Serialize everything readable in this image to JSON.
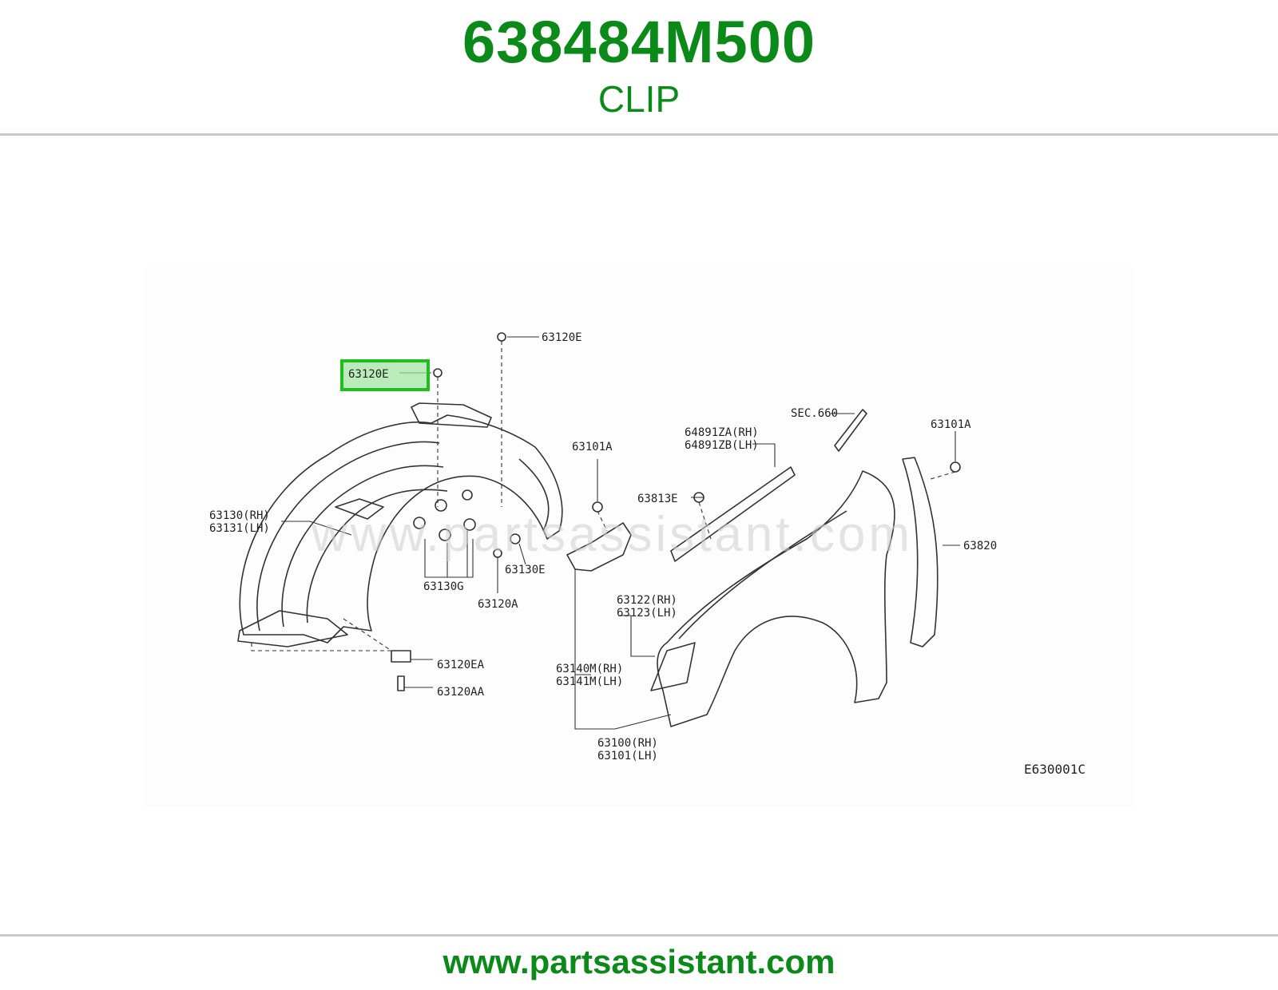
{
  "header": {
    "part_number": "638484M500",
    "part_name": "CLIP"
  },
  "footer": {
    "url": "www.partsassistant.com"
  },
  "diagram": {
    "watermark": "www.partsassistant.com",
    "reference_code": "E630001C",
    "highlight_color": "#1fbf1f",
    "highlighted_label": "63120E",
    "labels": {
      "p63120E_top": "63120E",
      "p63130RH": "63130(RH)",
      "p63131LH": "63131(LH)",
      "p63130G": "63130G",
      "p63120A": "63120A",
      "p63130E": "63130E",
      "p63120EA": "63120EA",
      "p63120AA": "63120AA",
      "p63101A_mid": "63101A",
      "p63813E": "63813E",
      "p64891ZA": "64891ZA(RH)",
      "p64891ZB": "64891ZB(LH)",
      "sec660": "SEC.660",
      "p63101A_right": "63101A",
      "p63820": "63820",
      "p63122": "63122(RH)",
      "p63123": "63123(LH)",
      "p63140M": "63140M(RH)",
      "p63141M": "63141M(LH)",
      "p63100": "63100(RH)",
      "p63101": "63101(LH)"
    }
  },
  "colors": {
    "brand": "#0b8a1a",
    "rule": "#c8c8c8"
  }
}
